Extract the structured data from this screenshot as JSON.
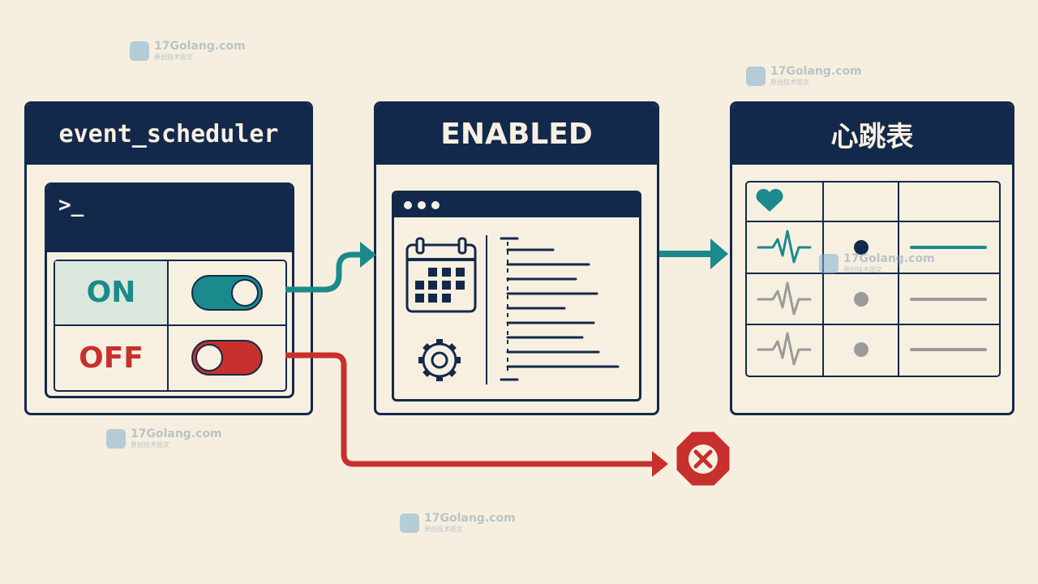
{
  "panels": {
    "scheduler": {
      "title": "event_scheduler",
      "prompt": ">_",
      "on_label": "ON",
      "off_label": "OFF"
    },
    "enabled": {
      "title": "ENABLED"
    },
    "heartbeat": {
      "title": "心跳表"
    }
  },
  "watermark": {
    "text": "17Golang.com",
    "sub": "原创技术图文"
  },
  "colors": {
    "navy": "#13294b",
    "teal": "#1b8a8c",
    "red": "#c7302c",
    "grey": "#9a9a9a",
    "cream": "#f6efdf"
  },
  "icons": [
    "terminal-prompt-icon",
    "toggle-on-icon",
    "toggle-off-icon",
    "calendar-icon",
    "gear-icon",
    "code-lines-icon",
    "heart-icon",
    "pulse-icon",
    "dot-icon",
    "error-stop-icon"
  ]
}
